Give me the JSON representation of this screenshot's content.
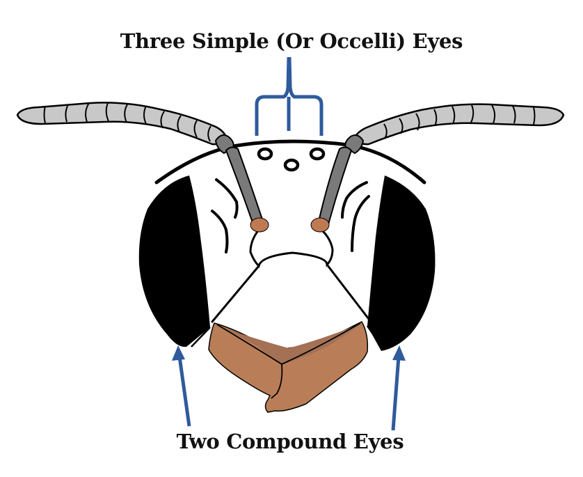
{
  "diagram": {
    "subject": "Insect head (front view)",
    "labels": {
      "simple_eyes": "Three Simple (Or Occelli) Eyes",
      "compound_eyes": "Two Compound Eyes"
    },
    "parts": [
      {
        "id": "antenna-left",
        "name": "Left antenna"
      },
      {
        "id": "antenna-right",
        "name": "Right antenna"
      },
      {
        "id": "ocelli",
        "name": "Three simple eyes (ocelli)",
        "count": 3
      },
      {
        "id": "compound-eye-left",
        "name": "Left compound eye"
      },
      {
        "id": "compound-eye-right",
        "name": "Right compound eye"
      },
      {
        "id": "mandibles",
        "name": "Mandibles"
      }
    ],
    "colors": {
      "annotation_blue": "#2f5a9c",
      "antenna_light": "#c8c8c8",
      "antenna_dark": "#7a7a7a",
      "compound_eye": "#000000",
      "mandible": "#b97e58",
      "mandible_shade": "#a47155",
      "antenna_socket": "#c07a52",
      "outline": "#000000"
    }
  }
}
